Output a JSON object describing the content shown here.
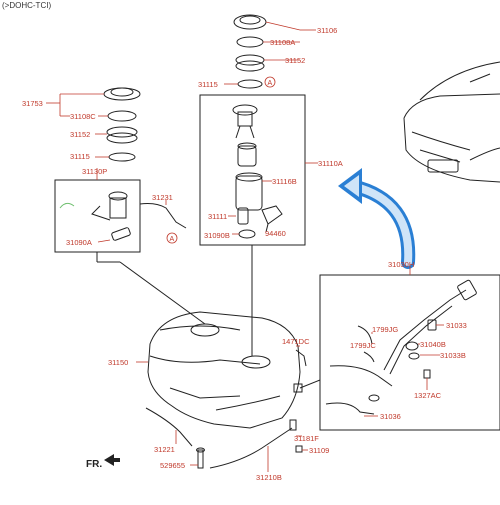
{
  "header": {
    "title": "(>DOHC-TCI)"
  },
  "labels": {
    "p31106": "31106",
    "p31108A": "31108A",
    "p31152_top": "31152",
    "p31115_top": "31115",
    "p31753": "31753",
    "p31108C": "31108C",
    "p31152_left": "31152",
    "p31115_left": "31115",
    "p31130P": "31130P",
    "p31231": "31231",
    "p31090A": "31090A",
    "p31110A": "31110A",
    "p31116B": "31116B",
    "p31111": "31111",
    "p31090B": "31090B",
    "p94460": "94460",
    "p31030H": "31030H",
    "p31033": "31033",
    "p1799JG": "1799JG",
    "p1799JC": "1799JC",
    "p31040B": "31040B",
    "p31033B": "31033B",
    "p1327AC": "1327AC",
    "p1471DC": "1471DC",
    "p31036": "31036",
    "p31150": "31150",
    "p31221": "31221",
    "p529655": "529655",
    "p31181F": "31181F",
    "p31109": "31109",
    "p31210B": "31210B",
    "fr": "FR.",
    "ref_a": "A"
  },
  "colors": {
    "label": "#c0392b",
    "arrow_blue": "#2a7fd4",
    "line": "#222222"
  }
}
